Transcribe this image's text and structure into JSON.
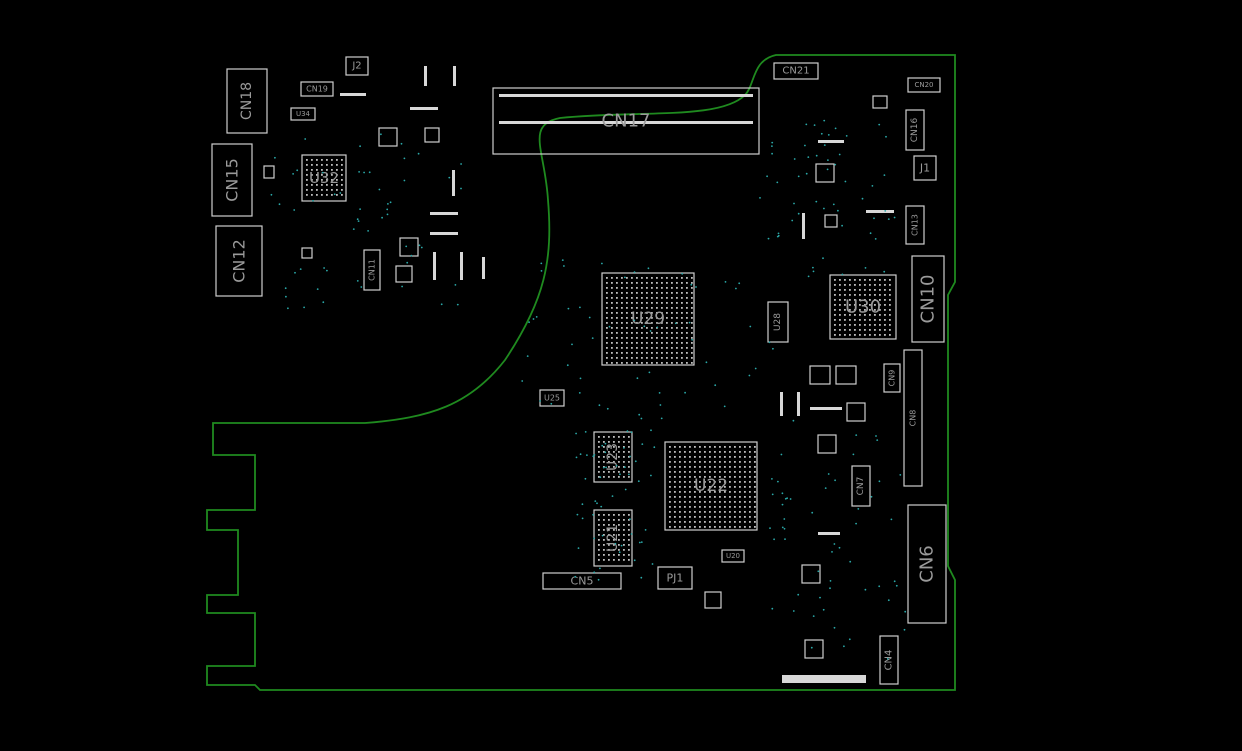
{
  "colors": {
    "background": "#000000",
    "board_outline": "#1f8a1f",
    "component": "#cfcfcf",
    "label": "#9a9a9a",
    "via": "#2aa8a8"
  },
  "components": [
    {
      "id": "cn18",
      "label": "CN18"
    },
    {
      "id": "cn19",
      "label": "CN19"
    },
    {
      "id": "j2",
      "label": "J2"
    },
    {
      "id": "u34",
      "label": "U34"
    },
    {
      "id": "cn15",
      "label": "CN15"
    },
    {
      "id": "u32",
      "label": "U32"
    },
    {
      "id": "cn12",
      "label": "CN12"
    },
    {
      "id": "cn11",
      "label": "CN11"
    },
    {
      "id": "cn17",
      "label": "CN17"
    },
    {
      "id": "cn21",
      "label": "CN21"
    },
    {
      "id": "cn20",
      "label": "CN20"
    },
    {
      "id": "cn16",
      "label": "CN16"
    },
    {
      "id": "j1",
      "label": "J1"
    },
    {
      "id": "cn13",
      "label": "CN13"
    },
    {
      "id": "cn10",
      "label": "CN10"
    },
    {
      "id": "u30",
      "label": "U30"
    },
    {
      "id": "u29",
      "label": "U29"
    },
    {
      "id": "u28",
      "label": "U28"
    },
    {
      "id": "cn9",
      "label": "CN9"
    },
    {
      "id": "cn8",
      "label": "CN8"
    },
    {
      "id": "u25",
      "label": "U25"
    },
    {
      "id": "u23",
      "label": "U23"
    },
    {
      "id": "u22",
      "label": "U22"
    },
    {
      "id": "cn7",
      "label": "CN7"
    },
    {
      "id": "u21",
      "label": "U21"
    },
    {
      "id": "u20",
      "label": "U20"
    },
    {
      "id": "cn6",
      "label": "CN6"
    },
    {
      "id": "cn5",
      "label": "CN5"
    },
    {
      "id": "pj1",
      "label": "PJ1"
    },
    {
      "id": "cn4",
      "label": "CN4"
    }
  ]
}
